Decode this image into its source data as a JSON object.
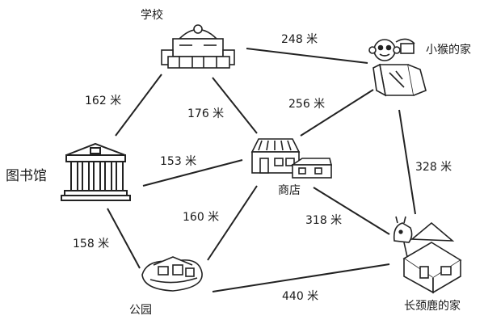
{
  "places": {
    "school": "学校",
    "monkey_home": "小猴的家",
    "library": "图书馆",
    "shop": "商店",
    "park": "公园",
    "giraffe_home": "长颈鹿的家"
  },
  "edges": [
    {
      "from": "school",
      "to": "monkey_home",
      "label": "248 米"
    },
    {
      "from": "school",
      "to": "library",
      "label": "162 米"
    },
    {
      "from": "school",
      "to": "shop",
      "label": "176 米"
    },
    {
      "from": "shop",
      "to": "monkey_home",
      "label": "256 米"
    },
    {
      "from": "library",
      "to": "shop",
      "label": "153 米"
    },
    {
      "from": "monkey_home",
      "to": "giraffe_home",
      "label": "328 米"
    },
    {
      "from": "park",
      "to": "shop",
      "label": "160 米"
    },
    {
      "from": "shop",
      "to": "giraffe_home",
      "label": "318 米"
    },
    {
      "from": "library",
      "to": "park",
      "label": "158 米"
    },
    {
      "from": "park",
      "to": "giraffe_home",
      "label": "440 米"
    }
  ],
  "colors": {
    "line": "#222222",
    "text": "#1a1a1a"
  }
}
